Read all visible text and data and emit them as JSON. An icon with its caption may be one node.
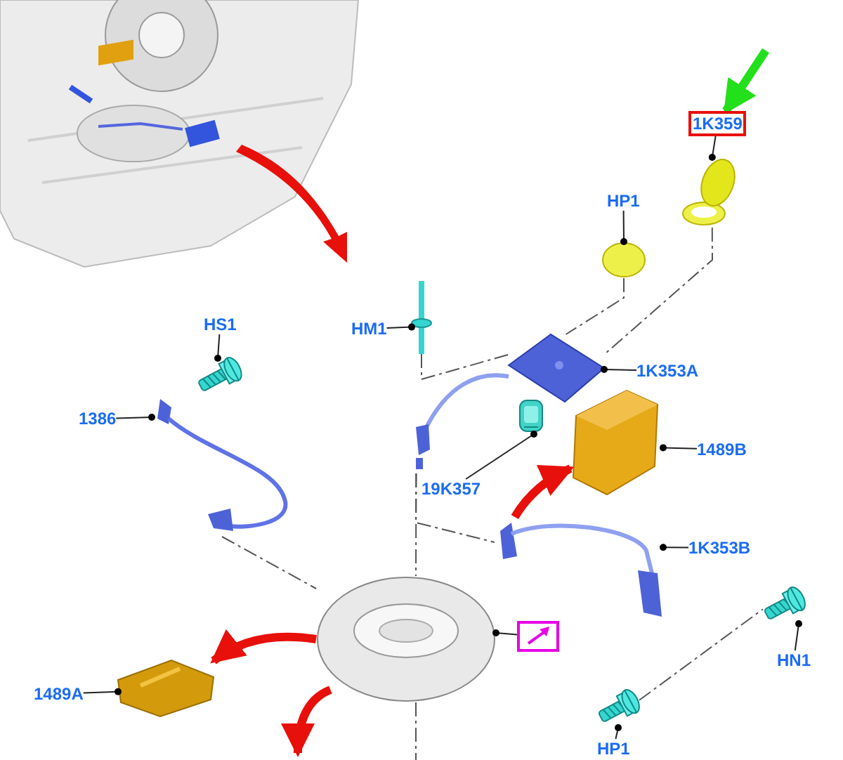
{
  "diagram": {
    "nodes": [
      {
        "text": [
          "1K359"
        ]
      },
      {
        "text": [],
        "shape": "picture"
      },
      {
        "text": [
          "HP1"
        ]
      },
      {
        "text": [],
        "shape": "circle"
      },
      {
        "text": [
          "HM1"
        ]
      },
      {
        "text": [],
        "shape": "picture"
      },
      {
        "text": [
          "HS1"
        ]
      },
      {
        "text": [],
        "shape": "picture"
      },
      {
        "text": [
          "1386"
        ]
      },
      {
        "text": [],
        "shape": "picture"
      },
      {
        "text": [
          "1K353A"
        ]
      },
      {
        "text": [],
        "shape": "picture"
      },
      {
        "text": [
          "19K357"
        ]
      },
      {
        "text": [],
        "shape": "picture"
      },
      {
        "text": [
          "1489B"
        ]
      },
      {
        "text": [],
        "shape": "picture"
      },
      {
        "text": [
          "1K353B"
        ]
      },
      {
        "text": [],
        "shape": "picture"
      },
      {
        "text": [
          "HN1"
        ]
      },
      {
        "text": [],
        "shape": "picture"
      },
      {
        "text": [
          "1489A"
        ]
      },
      {
        "text": [],
        "shape": "picture"
      },
      {
        "text": [],
        "shape": "picture"
      },
      {
        "text": [],
        "shape": "box"
      },
      {
        "text": [
          "HP1"
        ]
      },
      {
        "text": [],
        "shape": "picture"
      },
      {
        "text": [],
        "shape": "picture"
      }
    ],
    "edges": [
      {
        "from": null,
        "to": 0,
        "arrow": "to",
        "style": "thick",
        "color": "#22e01a"
      },
      {
        "from": 0,
        "to": 1,
        "arrow": "other"
      },
      {
        "from": 2,
        "to": 3,
        "arrow": "other"
      },
      {
        "from": 4,
        "to": 5,
        "arrow": "other"
      },
      {
        "from": 6,
        "to": 7,
        "arrow": "other"
      },
      {
        "from": 8,
        "to": 9,
        "arrow": "other"
      },
      {
        "from": 10,
        "to": 11,
        "arrow": "other"
      },
      {
        "from": 12,
        "to": 13,
        "arrow": "other"
      },
      {
        "from": 14,
        "to": 15,
        "arrow": "other"
      },
      {
        "from": 16,
        "to": 17,
        "arrow": "other"
      },
      {
        "from": 18,
        "to": 19,
        "arrow": "other"
      },
      {
        "from": 20,
        "to": 21,
        "arrow": "other"
      },
      {
        "from": 23,
        "to": 22,
        "arrow": "other"
      },
      {
        "from": 24,
        "to": 25,
        "arrow": "other"
      },
      {
        "from": 1,
        "to": 11,
        "arrow": "none",
        "style": "dashed",
        "color": "#555555"
      },
      {
        "from": 3,
        "to": 11,
        "arrow": "none",
        "style": "dashed",
        "color": "#555555"
      },
      {
        "from": 5,
        "to": 11,
        "arrow": "none",
        "style": "dashed",
        "color": "#555555"
      },
      {
        "from": 26,
        "to": 22,
        "arrow": "none",
        "style": "dashed",
        "color": "#555555"
      },
      {
        "from": 26,
        "to": 17,
        "arrow": "none",
        "style": "dashed",
        "color": "#555555"
      },
      {
        "from": 9,
        "to": 22,
        "arrow": "none",
        "style": "dashed",
        "color": "#555555"
      },
      {
        "from": 25,
        "to": 19,
        "arrow": "none",
        "style": "dashed",
        "color": "#555555"
      },
      {
        "from": 22,
        "to": null,
        "arrow": "none",
        "style": "dashed",
        "color": "#555555"
      },
      {
        "from": 17,
        "to": 15,
        "arrow": "to",
        "style": "thick",
        "color": "#e8100a"
      },
      {
        "from": 22,
        "to": 21,
        "arrow": "to",
        "style": "thick",
        "color": "#e8100a"
      },
      {
        "from": 22,
        "to": null,
        "arrow": "to",
        "style": "thick",
        "color": "#e8100a"
      }
    ]
  }
}
